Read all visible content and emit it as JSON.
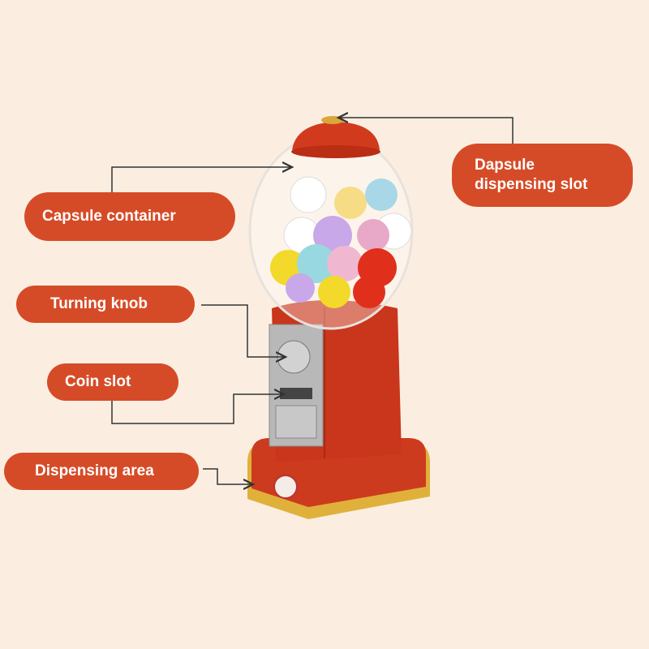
{
  "labels": {
    "capsule_container": "Capsule container",
    "dispensing_slot": "Dapsule dispensing slot",
    "turning_knob": "Turning knob",
    "coin_slot": "Coin slot",
    "dispensing_area": "Dispensing area"
  },
  "colors": {
    "background": "#fbeee1",
    "label_fill": "#d64b27",
    "machine_red": "#c9361c",
    "base_gold": "#e0b13a"
  }
}
